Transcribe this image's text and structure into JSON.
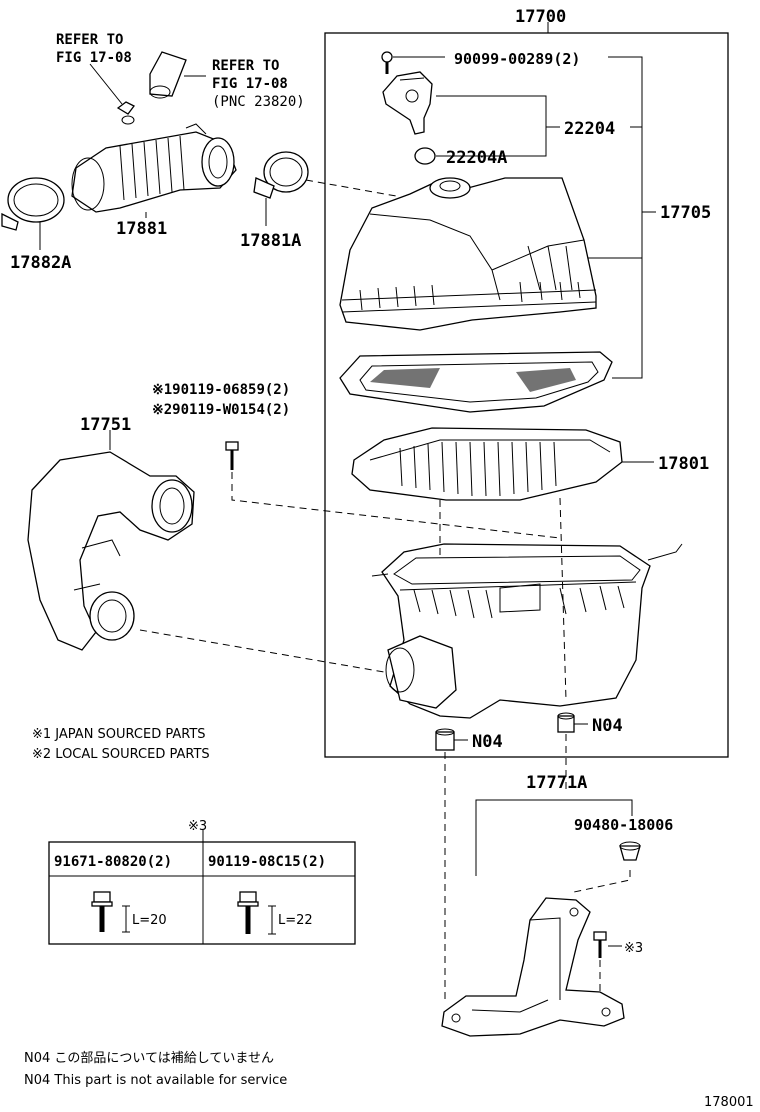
{
  "callouts": {
    "refer_left_1": "REFER TO",
    "refer_left_2": "FIG 17-08",
    "refer_right_1": "REFER TO",
    "refer_right_2": "FIG 17-08",
    "refer_right_3": "(PNC 23820)",
    "p17700": "17700",
    "p90099": "90099-00289(2)",
    "p22204": "22204",
    "p22204A": "22204A",
    "p17705": "17705",
    "p17881": "17881",
    "p17881A": "17881A",
    "p17882A": "17882A",
    "p90119_1": "※190119-06859(2)",
    "p90119_2": "※290119-W0154(2)",
    "p17751": "17751",
    "p17801": "17801",
    "n04_right": "N04",
    "n04_left": "N04",
    "p17771A": "17771A",
    "p90480": "90480-18006",
    "mark3_table": "※3",
    "mark3_bolt": "※3"
  },
  "notes": {
    "japan": "※1 JAPAN SOURCED PARTS",
    "local": "※2 LOCAL SOURCED PARTS",
    "n04_jp": "N04  この部品については補給していません",
    "n04_en": "N04  This part is not available for service",
    "figure_code": "178001"
  },
  "bolt_table": {
    "col1_header": "91671-80820(2)",
    "col2_header": "90119-08C15(2)",
    "col1_length": "L=20",
    "col2_length": "L=22"
  }
}
